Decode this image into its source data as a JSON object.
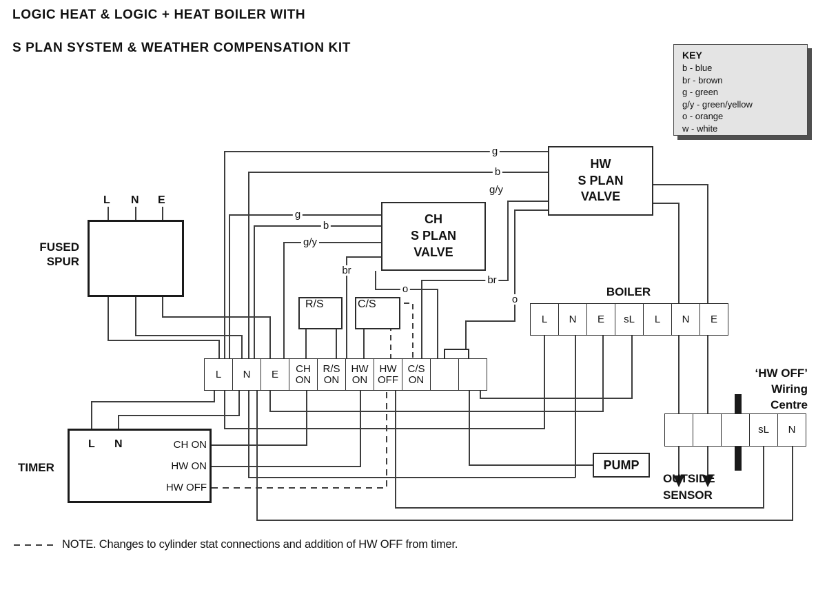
{
  "title": {
    "line1": "LOGIC HEAT & LOGIC + HEAT BOILER WITH",
    "line2": "S PLAN SYSTEM & WEATHER COMPENSATION KIT"
  },
  "key": {
    "heading": "KEY",
    "entries": [
      "b - blue",
      "br - brown",
      "g - green",
      "g/y - green/yellow",
      "o - orange",
      "w - white"
    ]
  },
  "fused_spur": {
    "label": "FUSED\nSPUR",
    "terminals": {
      "l": "L",
      "n": "N",
      "e": "E"
    }
  },
  "valves": {
    "ch": "CH\nS PLAN\nVALVE",
    "hw": "HW\nS PLAN\nVALVE"
  },
  "switches": {
    "rs": "R/S",
    "cs": "C/S"
  },
  "main_strip": {
    "cells": [
      "L",
      "N",
      "E",
      "CH\nON",
      "R/S\nON",
      "HW\nON",
      "HW\nOFF",
      "C/S\nON",
      "",
      ""
    ]
  },
  "boiler": {
    "title": "BOILER",
    "cells": [
      "L",
      "N",
      "E",
      "sL",
      "L",
      "N",
      "E"
    ]
  },
  "timer": {
    "label": "TIMER",
    "terminals": {
      "l": "L",
      "n": "N"
    },
    "outputs": [
      "CH ON",
      "HW ON",
      "HW OFF"
    ]
  },
  "pump": {
    "label": "PUMP"
  },
  "wiring_centre": {
    "title": "‘HW OFF’\nWiring\nCentre",
    "cells": [
      "",
      "",
      "",
      "sL",
      "N"
    ]
  },
  "outside_sensor": {
    "label": "OUTSIDE\nSENSOR"
  },
  "wire_labels": {
    "g_hw": "g",
    "b_hw": "b",
    "gy_hw": "g/y",
    "g_ch": "g",
    "b_ch": "b",
    "gy_ch": "g/y",
    "br_ch": "br",
    "o_ch": "o",
    "br_hw": "br",
    "o_hw": "o"
  },
  "note": {
    "text": "NOTE. Changes to cylinder stat connections and addition of HW OFF from timer."
  }
}
